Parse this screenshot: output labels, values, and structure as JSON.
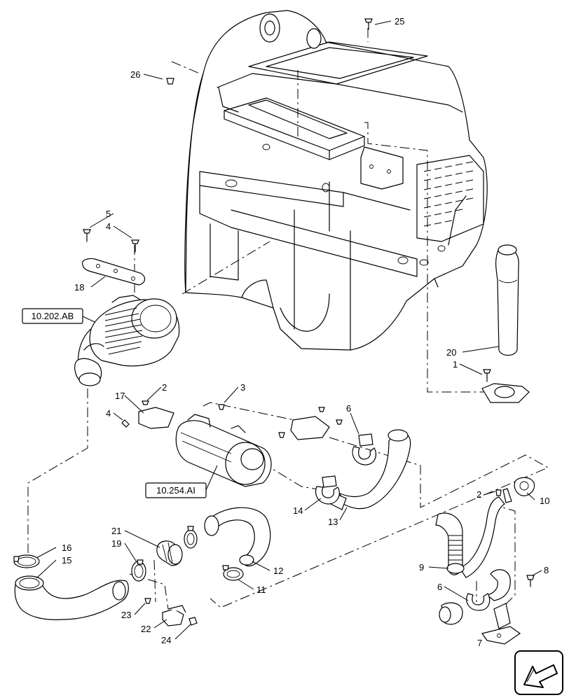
{
  "callouts": [
    {
      "id": "c25",
      "label": "25"
    },
    {
      "id": "c26",
      "label": "26"
    },
    {
      "id": "c5",
      "label": "5"
    },
    {
      "id": "c4a",
      "label": "4"
    },
    {
      "id": "c18",
      "label": "18"
    },
    {
      "id": "c20",
      "label": "20"
    },
    {
      "id": "c1",
      "label": "1"
    },
    {
      "id": "c2a",
      "label": "2"
    },
    {
      "id": "c3",
      "label": "3"
    },
    {
      "id": "c17",
      "label": "17"
    },
    {
      "id": "c4b",
      "label": "4"
    },
    {
      "id": "c6a",
      "label": "6"
    },
    {
      "id": "c14",
      "label": "14"
    },
    {
      "id": "c13",
      "label": "13"
    },
    {
      "id": "c2b",
      "label": "2"
    },
    {
      "id": "c10",
      "label": "10"
    },
    {
      "id": "c21",
      "label": "21"
    },
    {
      "id": "c19",
      "label": "19"
    },
    {
      "id": "c16",
      "label": "16"
    },
    {
      "id": "c15",
      "label": "15"
    },
    {
      "id": "c12",
      "label": "12"
    },
    {
      "id": "c11",
      "label": "11"
    },
    {
      "id": "c9",
      "label": "9"
    },
    {
      "id": "c8",
      "label": "8"
    },
    {
      "id": "c6b",
      "label": "6"
    },
    {
      "id": "c7",
      "label": "7"
    },
    {
      "id": "c23",
      "label": "23"
    },
    {
      "id": "c22",
      "label": "22"
    },
    {
      "id": "c24",
      "label": "24"
    }
  ],
  "references": [
    {
      "id": "ref_air_cleaner",
      "label": "10.202.AB"
    },
    {
      "id": "ref_muffler",
      "label": "10.254.AI"
    }
  ]
}
